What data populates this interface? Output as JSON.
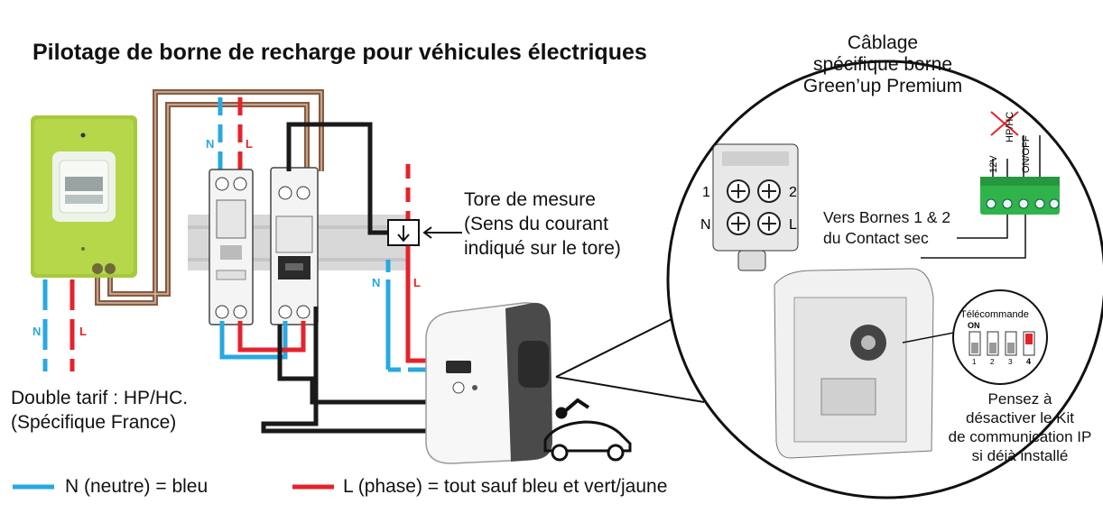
{
  "title": "Pilotage de borne de recharge pour véhicules électriques",
  "cablage_callout": [
    "Câblage",
    "spécifique borne",
    "Green’up Premium"
  ],
  "tore_callout": [
    "Tore de mesure",
    "(Sens du courant",
    "indiqué sur le tore)"
  ],
  "contact_callout": [
    "Vers Bornes 1 & 2",
    "du Contact sec"
  ],
  "double_tarif": [
    "Double tarif : HP/HC.",
    "(Spécifique France)"
  ],
  "kit_callout": [
    "Pensez à",
    "désactiver le Kit",
    "de communication IP",
    "si déjà installé"
  ],
  "legend": {
    "neutral": "N (neutre) = bleu",
    "phase": "L (phase) = tout sauf bleu et vert/jaune"
  },
  "wire_labels": {
    "n": "N",
    "l": "L"
  },
  "terminal_labels": {
    "one": "1",
    "two": "2",
    "n": "N",
    "l": "L"
  },
  "connector_labels": {
    "v12": "12V",
    "hphc": "HP/HC",
    "onoff": "ON/OFF"
  },
  "dip_switch": {
    "title": "Télécommande",
    "on": "ON",
    "positions": [
      "1",
      "2",
      "3",
      "4"
    ],
    "active_position": "4"
  },
  "colors": {
    "neutral": "#29a8e0",
    "phase": "#e5222b",
    "control_wire": "#8b5a3c",
    "black_wire": "#1a1a1a",
    "relay_green": "#a6c93c",
    "connector_green": "#2fb34a"
  }
}
